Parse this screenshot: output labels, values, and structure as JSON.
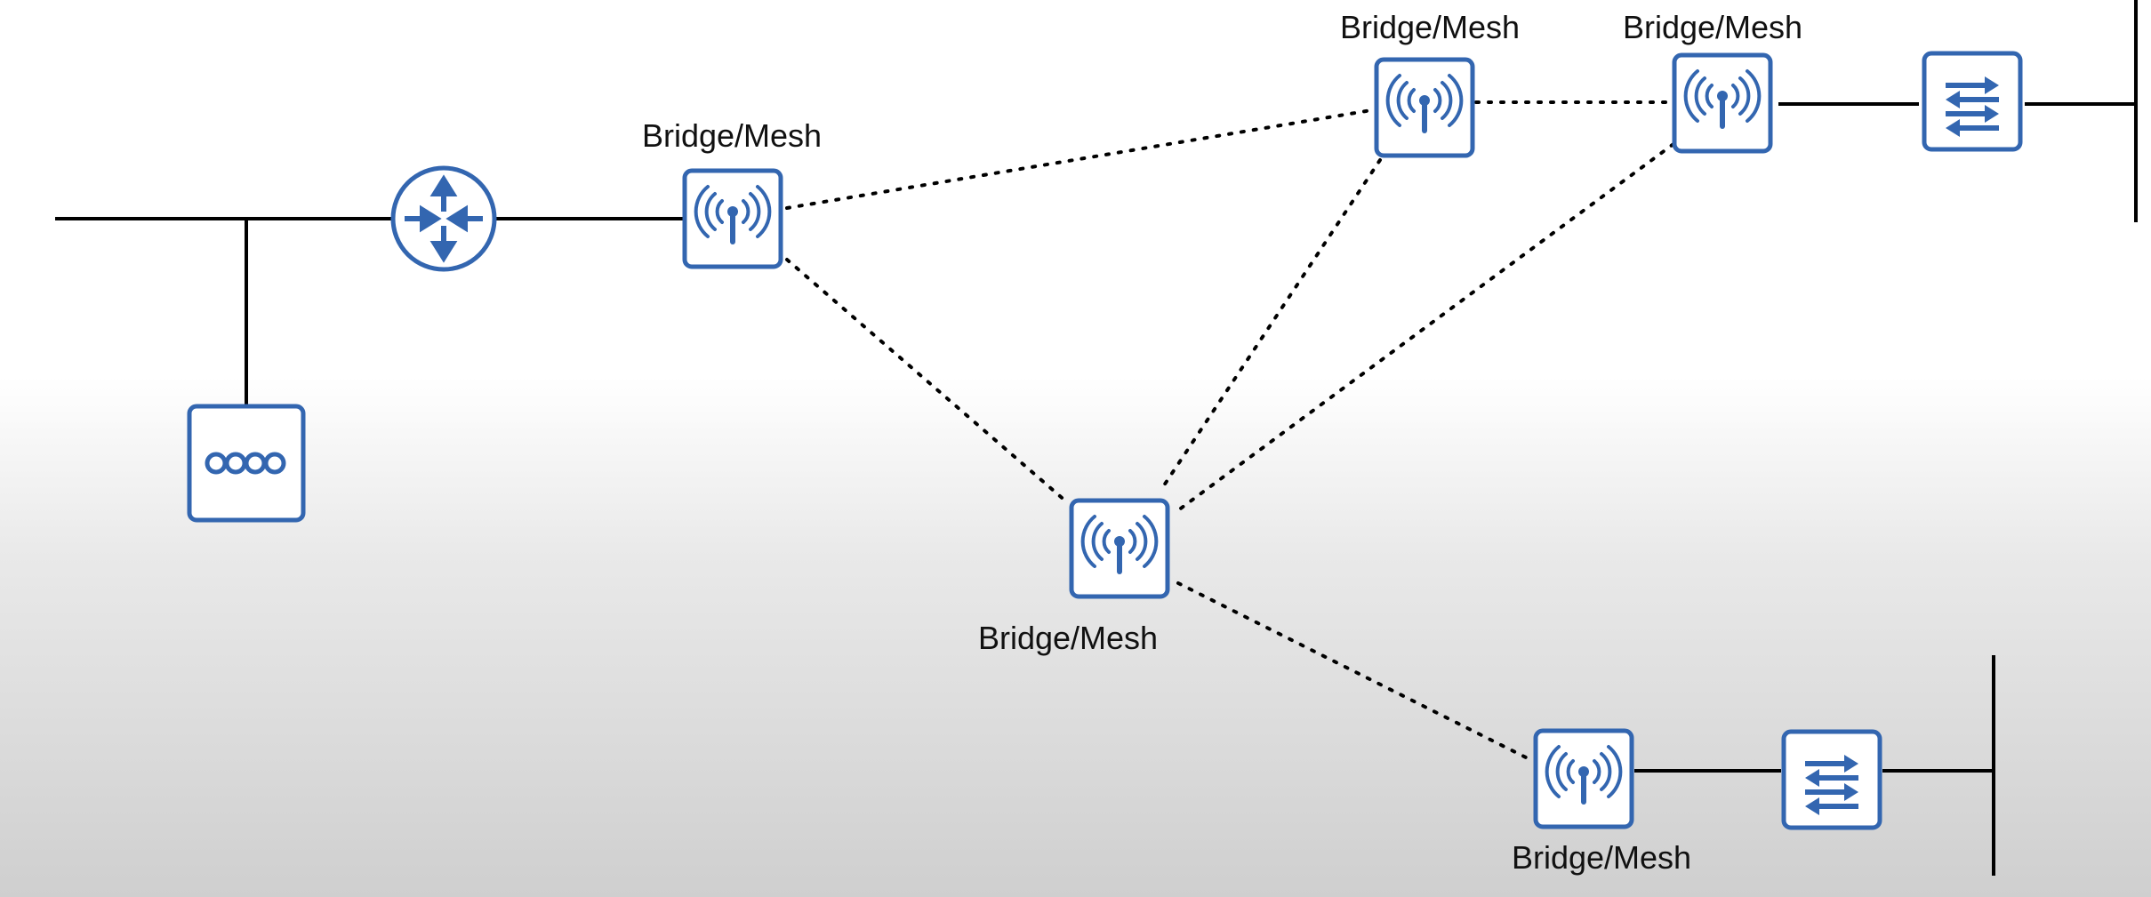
{
  "labels": {
    "mesh_top_left": "Bridge/Mesh",
    "mesh_top_mid": "Bridge/Mesh",
    "mesh_top_right": "Bridge/Mesh",
    "mesh_center": "Bridge/Mesh",
    "mesh_bottom": "Bridge/Mesh"
  },
  "icons": {
    "router": "router-icon",
    "access_point": "wireless-antenna-icon",
    "switch": "switch-arrows-icon",
    "hub": "hub-icon"
  },
  "colors": {
    "device_stroke": "#3366b0",
    "line": "#000000",
    "background_top": "#ffffff",
    "background_bottom": "#cfcfcf"
  }
}
